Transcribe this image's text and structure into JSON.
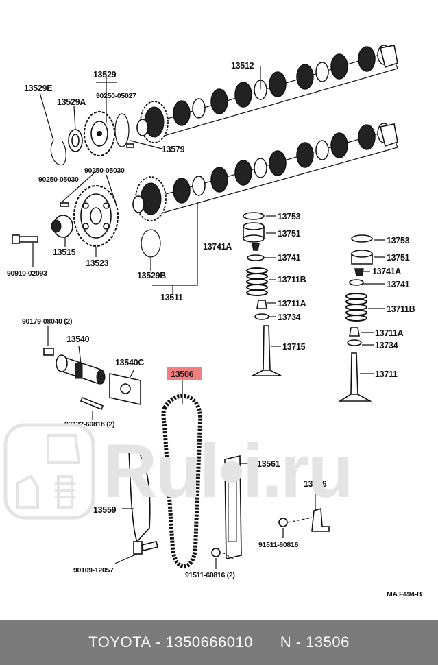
{
  "labels": {
    "p13512": "13512",
    "p13529": "13529",
    "p13529E": "13529E",
    "p13529A": "13529A",
    "p90250_05027": "90250-05027",
    "p13579": "13579",
    "p90250_05030_a": "90250-05030",
    "p90250_05030_b": "90250-05030",
    "p13515": "13515",
    "p13523": "13523",
    "p90910_02093": "90910-02093",
    "p13529B": "13529B",
    "p13511": "13511",
    "p13753_a": "13753",
    "p13751_a": "13751",
    "p13741A_a": "13741A",
    "p13741_a": "13741",
    "p13711B_a": "13711B",
    "p13711A_a": "13711A",
    "p13734_a": "13734",
    "p13715": "13715",
    "p13753_b": "13753",
    "p13751_b": "13751",
    "p13741A_b": "13741A",
    "p13741_b": "13741",
    "p13711B_b": "13711B",
    "p13711A_b": "13711A",
    "p13734_b": "13734",
    "p13711": "13711",
    "p90179_08040": "90179-08040 (2)",
    "p13540": "13540",
    "p13540C": "13540C",
    "p92122_60818": "92122-60818 (2)",
    "p13506": "13506",
    "p13561": "13561",
    "p13516": "13516",
    "p13559": "13559",
    "p91511_60816_a": "91511-60816",
    "p90109_12057": "90109-12057",
    "p91511_60816_b": "91511-60816 (2)",
    "diagram_code": "MA F494-B"
  },
  "watermark": {
    "text": "Rul•i.ru",
    "logo_icons": [
      "car-door-icon",
      "oil-bottle-icon",
      "shock-absorber-icon"
    ]
  },
  "footer": {
    "brand": "TOYOTA",
    "part_number": "1350666010",
    "ref_prefix": "N",
    "ref_number": "13506",
    "separator": " - "
  },
  "colors": {
    "highlight": "#f08080",
    "footer_bg": "#7b7b7b",
    "watermark": "#e4e4e4"
  }
}
